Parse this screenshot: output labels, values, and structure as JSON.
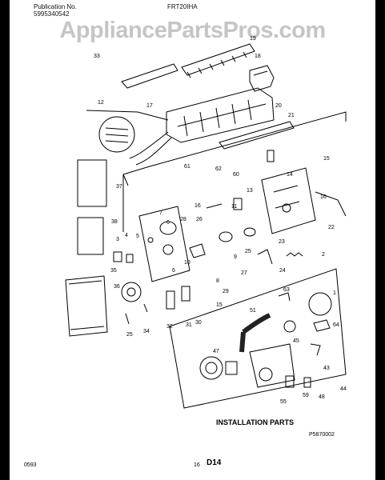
{
  "header": {
    "publication_label": "Publication No.",
    "publication_no": "5995340542",
    "model": "FRT20IHA"
  },
  "watermark": "AppliancePartsPros.com",
  "diagram": {
    "section_label": "INSTALLATION PARTS",
    "figure_code": "P5870002",
    "callouts": [
      "33",
      "19",
      "18",
      "17",
      "20",
      "21",
      "12",
      "61",
      "62",
      "60",
      "14",
      "15",
      "37",
      "13",
      "16",
      "16",
      "11",
      "26",
      "7",
      "38",
      "6",
      "28",
      "22",
      "3",
      "4",
      "5",
      "23",
      "25",
      "9",
      "2",
      "10",
      "27",
      "24",
      "35",
      "6",
      "29",
      "8",
      "32",
      "34",
      "31",
      "30",
      "15",
      "36",
      "25",
      "1",
      "45",
      "47",
      "64",
      "43",
      "44",
      "55",
      "59",
      "48",
      "63",
      "51"
    ]
  },
  "footer": {
    "date": "0593",
    "num": "16",
    "page": "D14"
  },
  "colors": {
    "background": "#000000",
    "sheet": "#ffffff",
    "line": "#000000",
    "watermark": "#969696"
  }
}
